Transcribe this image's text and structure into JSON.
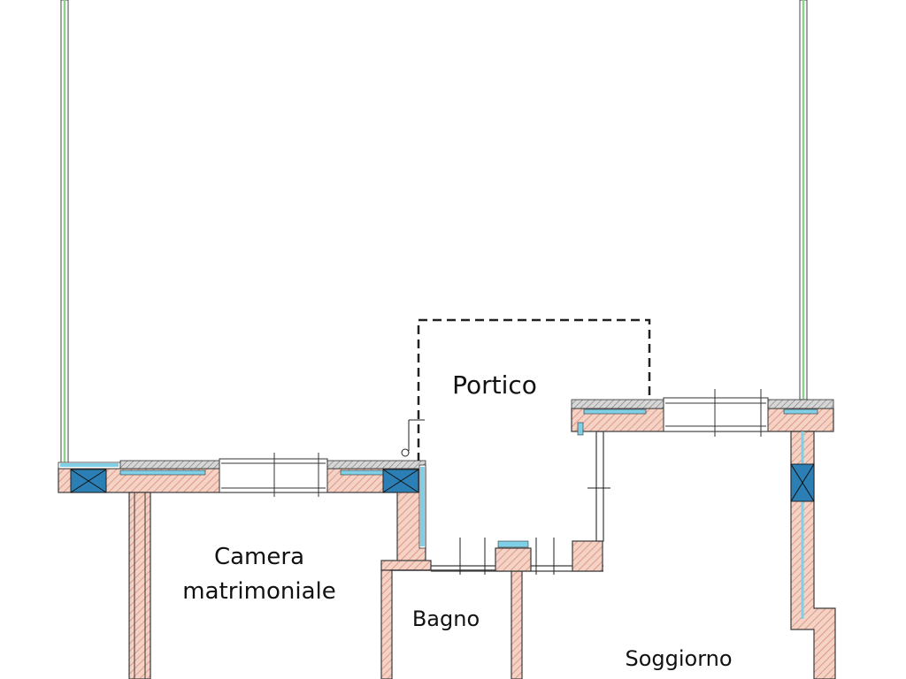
{
  "rooms": {
    "portico": "Portico",
    "camera_line1": "Camera",
    "camera_line2": "matrimoniale",
    "bagno": "Bagno",
    "soggiorno": "Soggiorno"
  },
  "colors": {
    "wall_fill": "#f2cfc2",
    "wall_hatch": "#d9907a",
    "wall_outline": "#3a3a3a",
    "insulation_blue": "#7fd0e6",
    "column_blue": "#2b7fb5",
    "fence_green": "#8fcf8f",
    "line_dark": "#222222"
  }
}
